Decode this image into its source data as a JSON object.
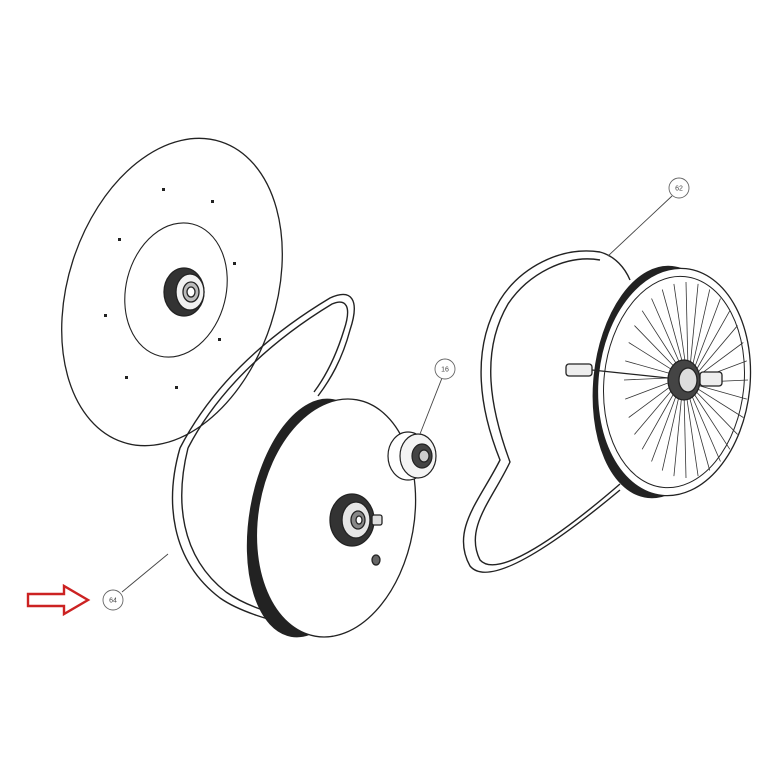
{
  "diagram": {
    "callouts": [
      {
        "id": "callout-62",
        "label": "62"
      },
      {
        "id": "callout-16",
        "label": "16"
      },
      {
        "id": "callout-64",
        "label": "64"
      }
    ],
    "indicator": {
      "color": "#cc2222",
      "icon": "arrow-right-icon"
    },
    "line_color": "#222222"
  }
}
